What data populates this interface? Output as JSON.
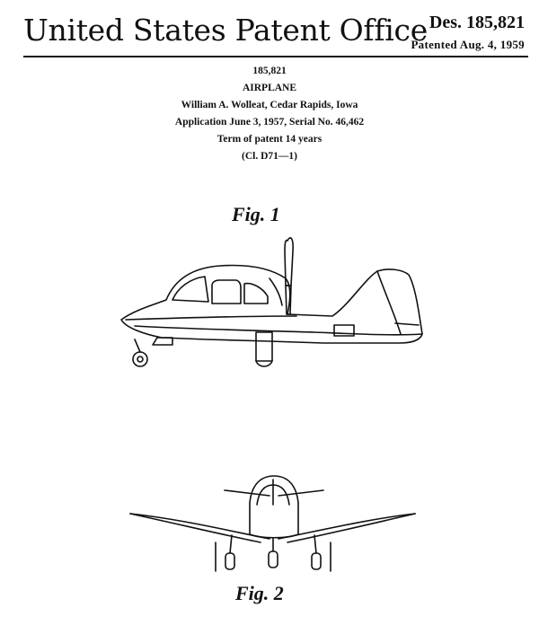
{
  "header": {
    "office": "United States Patent Office",
    "patent_number": "Des. 185,821",
    "patented_date": "Patented Aug. 4, 1959"
  },
  "patent": {
    "number": "185,821",
    "title": "AIRPLANE",
    "inventor": "William A. Wolleat, Cedar Rapids, Iowa",
    "application": "Application June 3, 1957, Serial No. 46,462",
    "term": "Term of patent 14 years",
    "classification": "(Cl. D71—1)"
  },
  "figures": {
    "fig1_label": "Fig. 1",
    "fig2_label": "Fig. 2",
    "fig1_subject": "side-view-airplane",
    "fig2_subject": "front-view-airplane"
  }
}
